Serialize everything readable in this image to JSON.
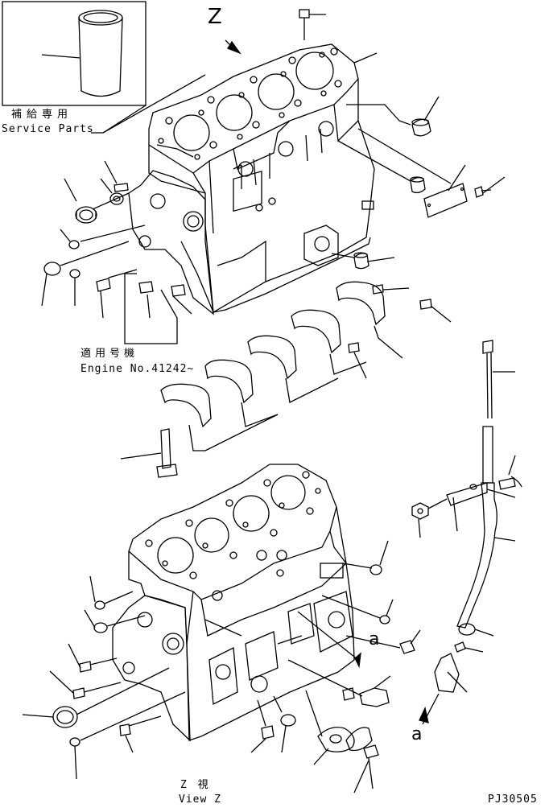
{
  "inset": {
    "caption_jp": "補給専用",
    "caption_en": "Service Parts"
  },
  "note": {
    "caption_jp": "適用号機",
    "caption_en": "Engine No.41242~"
  },
  "view": {
    "marker": "Z",
    "caption_jp": "Z  視",
    "caption_en": "View Z"
  },
  "connector_labels": {
    "upper": "a",
    "lower": "a"
  },
  "drawing_code": "PJ30505"
}
